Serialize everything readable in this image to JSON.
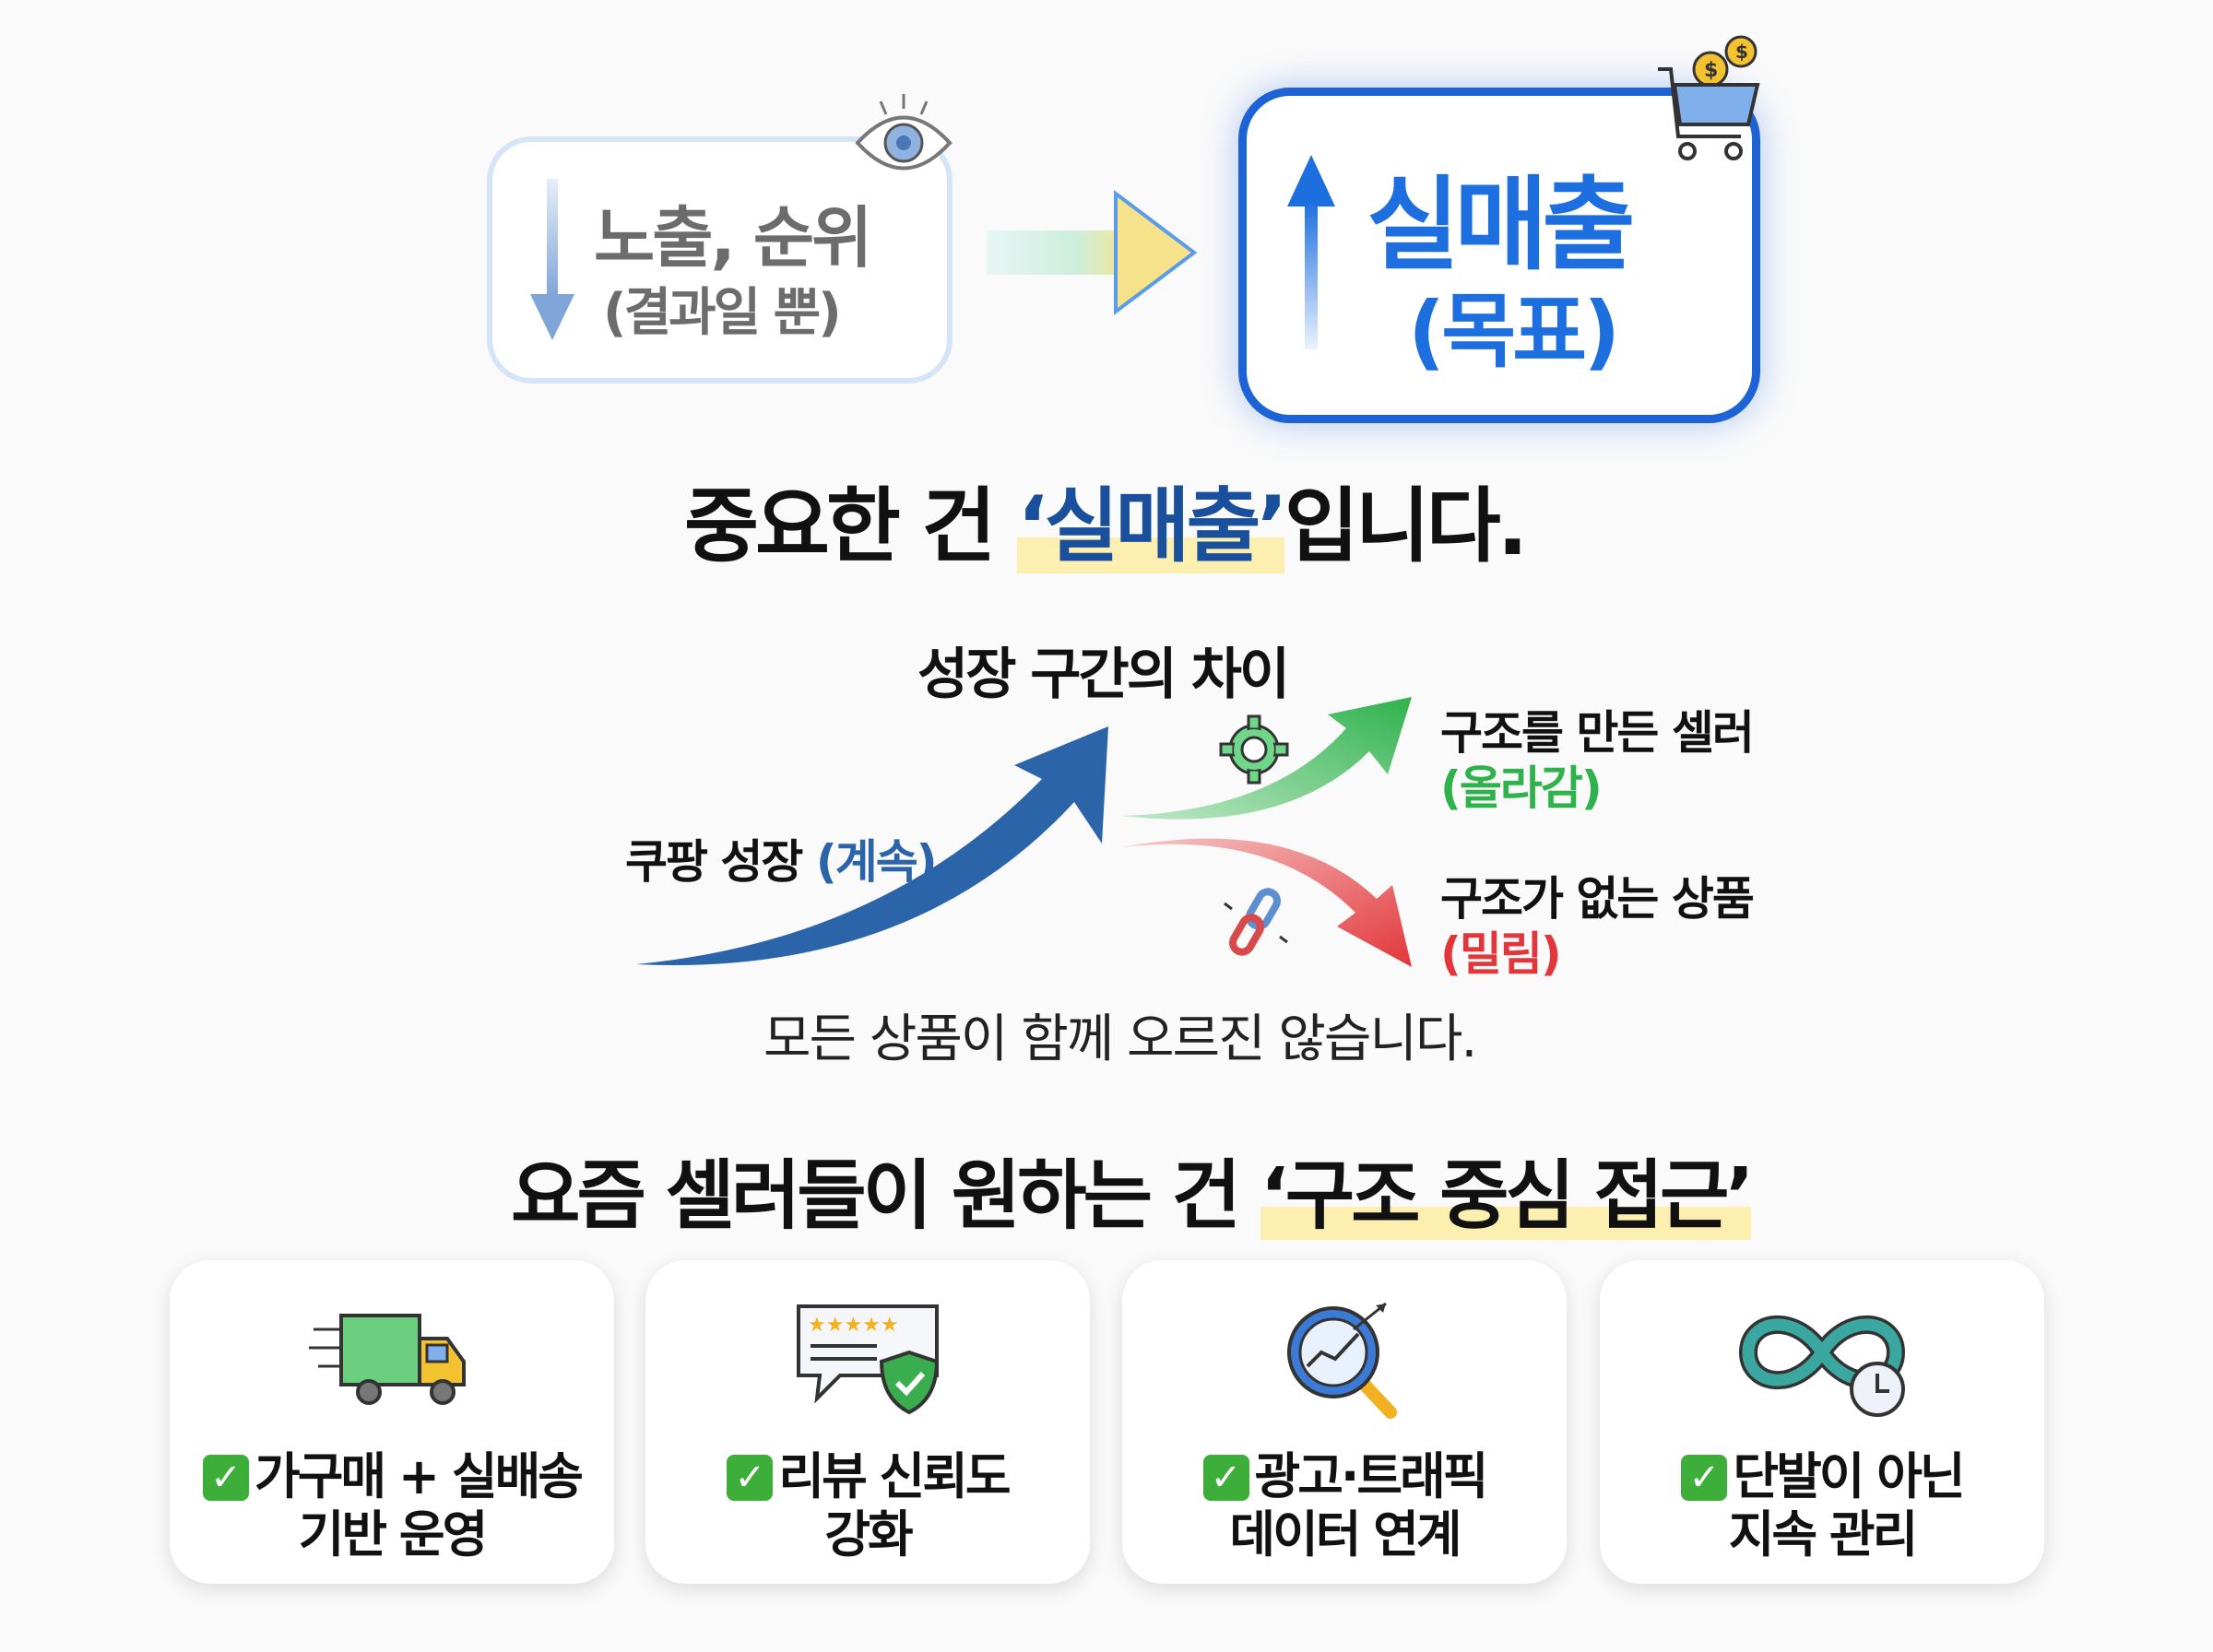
{
  "top": {
    "left_box": {
      "line1": "노출, 순위",
      "line2": "(결과일 뿐)"
    },
    "right_box": {
      "line1": "실매출",
      "line2": "(목표)"
    }
  },
  "headline1": {
    "prefix": "중요한 건 ",
    "highlight": "‘실매출’",
    "suffix": "입니다."
  },
  "growth": {
    "title": "성장 구간의 차이",
    "main_label": "쿠팡 성장",
    "main_label_paren": "(계속)",
    "up_label": "구조를 만든 셀러",
    "up_paren": "(올라감)",
    "down_label": "구조가 없는 상품",
    "down_paren": "(밀림)",
    "caption": "모든 상품이 함께 오르진 않습니다."
  },
  "headline2": {
    "prefix": "요즘 셀러들이 원하는 건 ",
    "highlight": "‘구조 중심 접근’"
  },
  "cards": [
    {
      "icon": "truck-icon",
      "line1": "가구매 + 실배송",
      "line2": "기반 운영"
    },
    {
      "icon": "review-shield-icon",
      "line1": "리뷰 신뢰도",
      "line2": "강화"
    },
    {
      "icon": "magnifier-chart-icon",
      "line1": "광고·트래픽",
      "line2": "데이터 연계"
    },
    {
      "icon": "infinity-clock-icon",
      "line1": "단발이 아닌",
      "line2": "지속 관리"
    }
  ],
  "colors": {
    "blue": "#1d6fe0",
    "dark_blue": "#2b64a8",
    "green": "#2fb24c",
    "red": "#e2363a",
    "highlight": "#fcefb0"
  }
}
